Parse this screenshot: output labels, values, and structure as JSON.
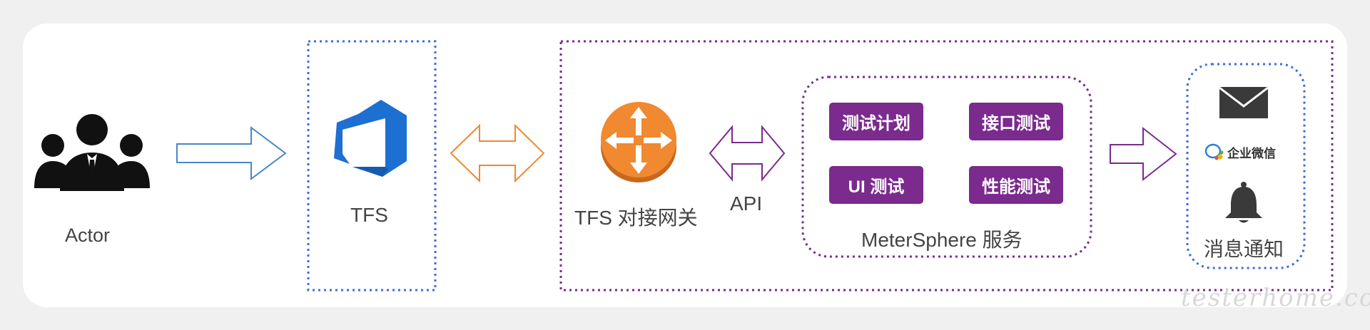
{
  "actor": {
    "label": "Actor",
    "icon": "users-icon"
  },
  "tfs": {
    "label": "TFS",
    "icon": "azure-devops-icon",
    "color": "#1d6fd1"
  },
  "gateway": {
    "label": "TFS 对接网关",
    "icon": "router-icon",
    "color": "#f0892f"
  },
  "api": {
    "label": "API"
  },
  "metersphere": {
    "label": "MeterSphere 服务",
    "modules": [
      "测试计划",
      "接口测试",
      "UI 测试",
      "性能测试"
    ]
  },
  "notify": {
    "label": "消息通知",
    "channels": [
      "mail-icon",
      "wecom-icon",
      "bell-icon"
    ],
    "wecom_label": "企业微信"
  },
  "watermark": "testerhome.com",
  "colors": {
    "blue": "#4a86c8",
    "orange": "#f0892f",
    "purple": "#7b2a8d",
    "dotted_blue": "#3b6fd6"
  }
}
